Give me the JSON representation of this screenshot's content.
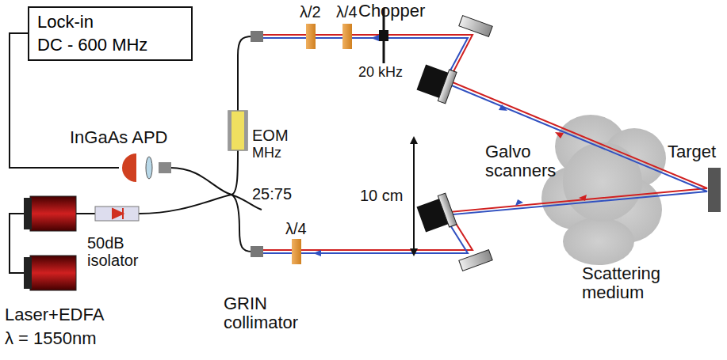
{
  "diagram": {
    "nodes": [
      {
        "text": [
          "Lock-in",
          "DC - 600 MHz"
        ]
      }
    ],
    "labels": [
      "λ/2",
      "λ/4",
      "Chopper",
      "EOM",
      "MHz",
      "InGaAs APD",
      "25:75",
      "20 kHz",
      "10 cm",
      "Galvo scanners",
      "Target",
      "50dB isolator",
      "λ/4",
      "Scattering medium",
      "Laser+EDFA",
      "λ = 1550nm",
      "GRIN collimator"
    ]
  }
}
